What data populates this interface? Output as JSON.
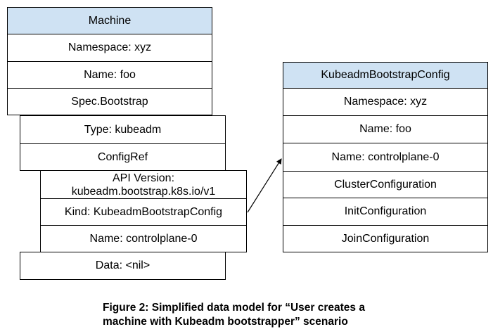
{
  "machine": {
    "header": "Machine",
    "namespace": "Namespace: xyz",
    "name": "Name: foo",
    "spec_bootstrap": "Spec.Bootstrap"
  },
  "bootstrap": {
    "type": "Type: kubeadm",
    "config_ref": "ConfigRef",
    "data": "Data: <nil>"
  },
  "config_ref": {
    "api_version_line1": "API Version:",
    "api_version_line2": "kubeadm.bootstrap.k8s.io/v1",
    "kind": "Kind: KubeadmBootstrapConfig",
    "name": "Name: controlplane-0"
  },
  "kubeadm_config": {
    "header": "KubeadmBootstrapConfig",
    "namespace": "Namespace: xyz",
    "name": "Name: foo",
    "ref_name": "Name: controlplane-0",
    "cluster_configuration": "ClusterConfiguration",
    "init_configuration": "InitConfiguration",
    "join_configuration": "JoinConfiguration"
  },
  "caption": {
    "line1": "Figure 2: Simplified data model for “User creates a",
    "line2": "machine with Kubeadm bootstrapper” scenario"
  },
  "colors": {
    "header_fill": "#cfe2f3",
    "border": "#000000"
  }
}
